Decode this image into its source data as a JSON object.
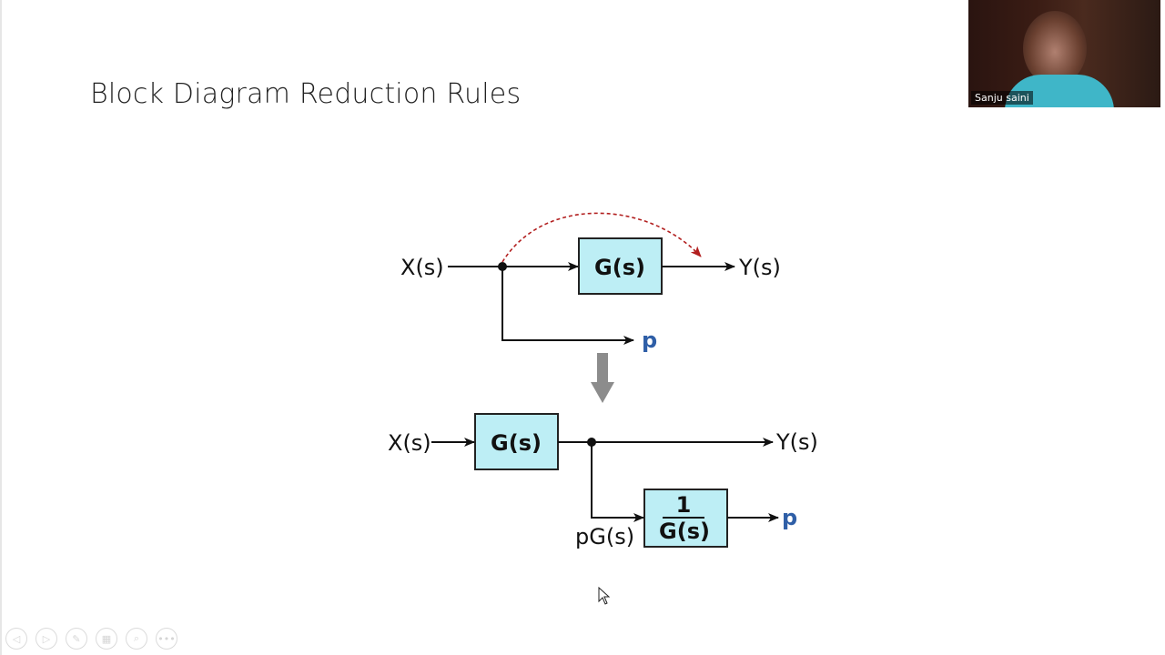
{
  "slide": {
    "title": "Block Diagram Reduction Rules"
  },
  "diagram_top": {
    "input_label": "X(s)",
    "block_label": "G(s)",
    "output_label": "Y(s)",
    "takeoff_label": "p"
  },
  "diagram_bottom": {
    "input_label": "X(s)",
    "block_label": "G(s)",
    "output_label": "Y(s)",
    "branch_signal_label": "pG(s)",
    "inverse_block_numerator": "1",
    "inverse_block_denominator": "G(s)",
    "takeoff_label": "p"
  },
  "webcam": {
    "participant_name": "Sanju saini"
  },
  "toolbar": {
    "items": [
      {
        "icon": "previous-icon",
        "glyph": "◁"
      },
      {
        "icon": "next-icon",
        "glyph": "▷"
      },
      {
        "icon": "pen-icon",
        "glyph": "✎"
      },
      {
        "icon": "slides-icon",
        "glyph": "▦"
      },
      {
        "icon": "zoom-icon",
        "glyph": "⌕"
      },
      {
        "icon": "more-icon",
        "glyph": "•••"
      }
    ]
  },
  "colors": {
    "block_fill": "#bdeef5",
    "takeoff_text": "#2f5fa7",
    "arc_arrow": "#b21f1f",
    "down_arrow": "#8c8c8c"
  }
}
